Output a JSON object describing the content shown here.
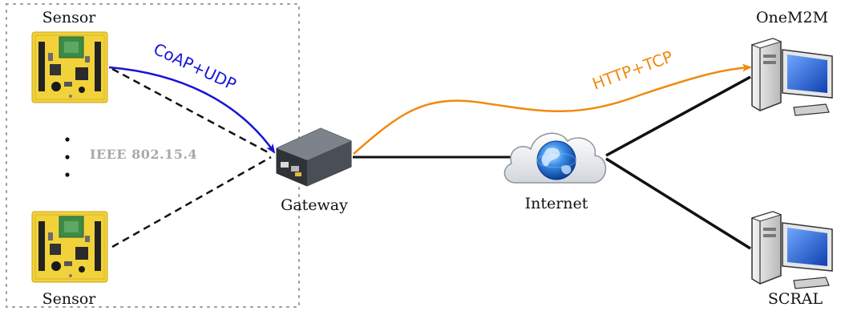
{
  "nodes": {
    "sensor_top": "Sensor",
    "sensor_bottom": "Sensor",
    "gateway": "Gateway",
    "internet": "Internet",
    "onem2m": "OneM2M",
    "scral": "SCRAL"
  },
  "links": {
    "coap": "CoAP+UDP",
    "http": "HTTP+TCP",
    "ieee": "IEEE 802.15.4"
  },
  "colors": {
    "coap": "#1515d6",
    "http": "#f08a10",
    "ieee_text": "#a8a8a8",
    "sensor_board": "#f2d23a",
    "gateway_body": "#5a5e66",
    "monitor_screen": "#1f5fd8"
  },
  "icons": [
    "sensor-board-icon",
    "gateway-device-icon",
    "internet-cloud-icon",
    "server-computer-icon"
  ]
}
